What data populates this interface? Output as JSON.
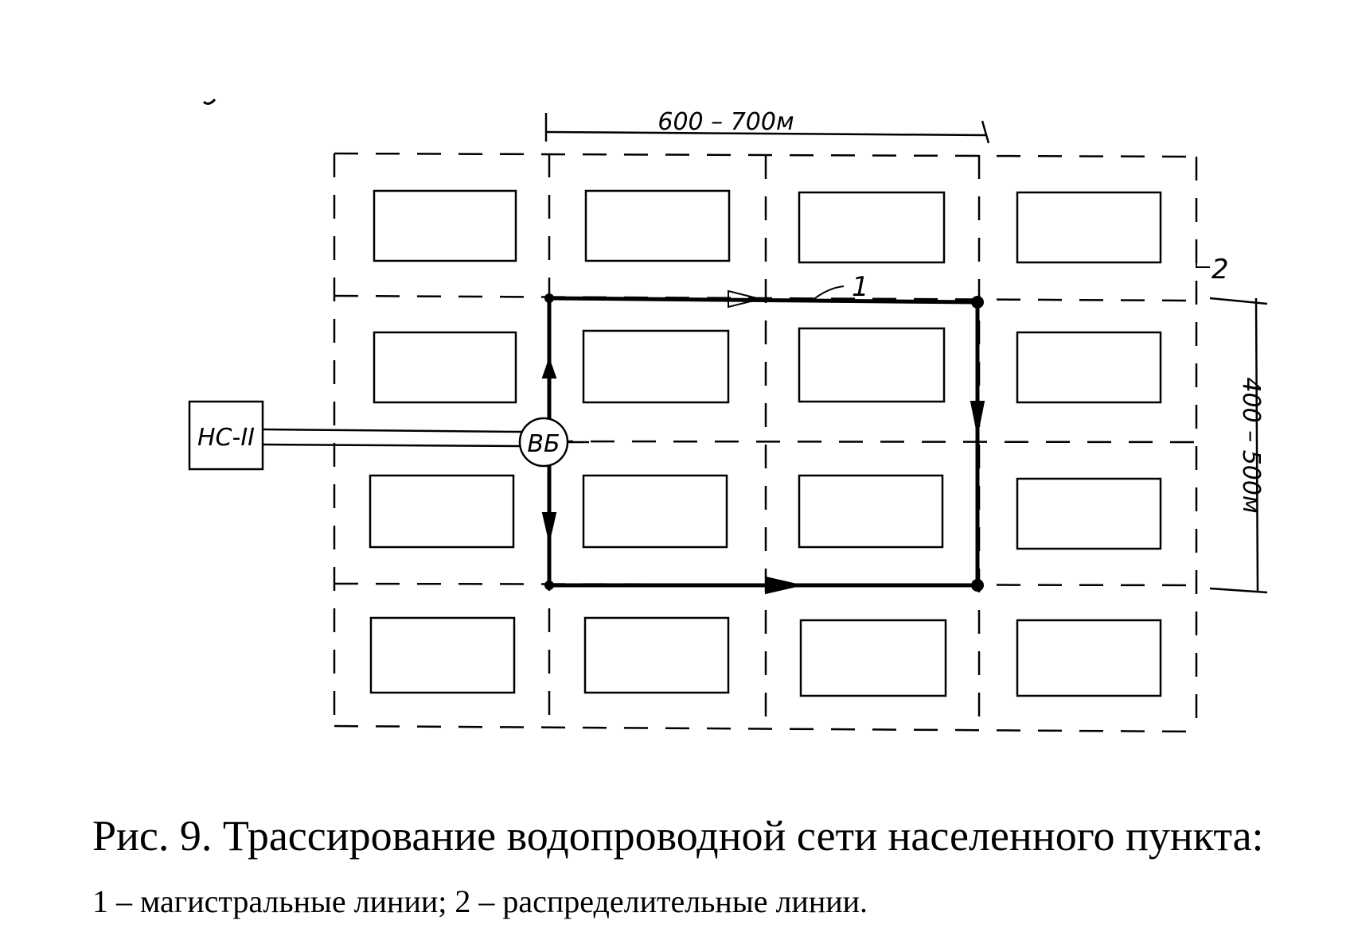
{
  "diagram": {
    "labels": {
      "width_dimension": "600 – 700м",
      "height_dimension": "400 – 500м",
      "main_line_marker": "1",
      "distribution_line_marker": "2",
      "pump_station": "НС-II",
      "tower": "ВБ"
    }
  },
  "caption": {
    "title": "Рис. 9. Трассирование водопроводной сети населенного пункта:",
    "legend": "1 – магистральные линии; 2 – распределительные линии."
  }
}
